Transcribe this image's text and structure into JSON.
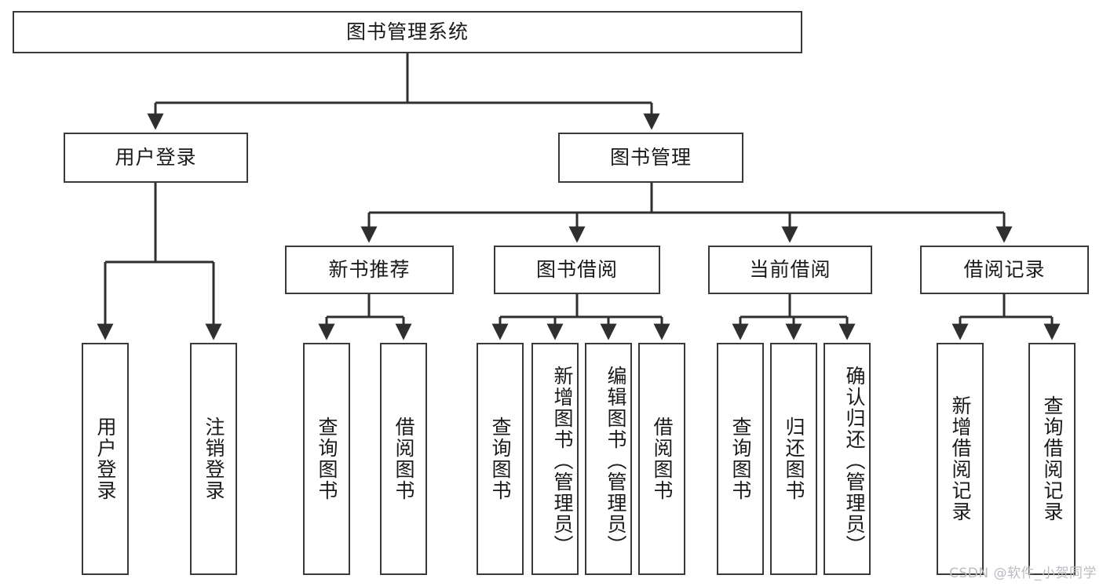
{
  "diagram": {
    "title": "图书管理系统",
    "type": "tree-hierarchy",
    "watermark": "CSDN @软件_小贺同学",
    "root": {
      "label": "图书管理系统"
    },
    "level2": [
      {
        "label": "用户登录"
      },
      {
        "label": "图书管理"
      }
    ],
    "level3": [
      {
        "label": "新书推荐"
      },
      {
        "label": "图书借阅"
      },
      {
        "label": "当前借阅"
      },
      {
        "label": "借阅记录"
      }
    ],
    "leaves": {
      "user_login": [
        {
          "label": "用户登录"
        },
        {
          "label": "注销登录"
        }
      ],
      "new_book_recommend": [
        {
          "label": "查询图书"
        },
        {
          "label": "借阅图书"
        }
      ],
      "book_borrow": [
        {
          "label": "查询图书"
        },
        {
          "label": "新增图书（管理员）"
        },
        {
          "label": "编辑图书（管理员）"
        },
        {
          "label": "借阅图书"
        }
      ],
      "current_borrow": [
        {
          "label": "查询图书"
        },
        {
          "label": "归还图书"
        },
        {
          "label": "确认归还（管理员）"
        }
      ],
      "borrow_record": [
        {
          "label": "新增借阅记录"
        },
        {
          "label": "查询借阅记录"
        }
      ]
    },
    "colors": {
      "border": "#3a3a3a",
      "edge": "#2f2f2f",
      "text": "#1a1a1a",
      "background": "#ffffff",
      "watermark": "#b9bcc0"
    }
  }
}
